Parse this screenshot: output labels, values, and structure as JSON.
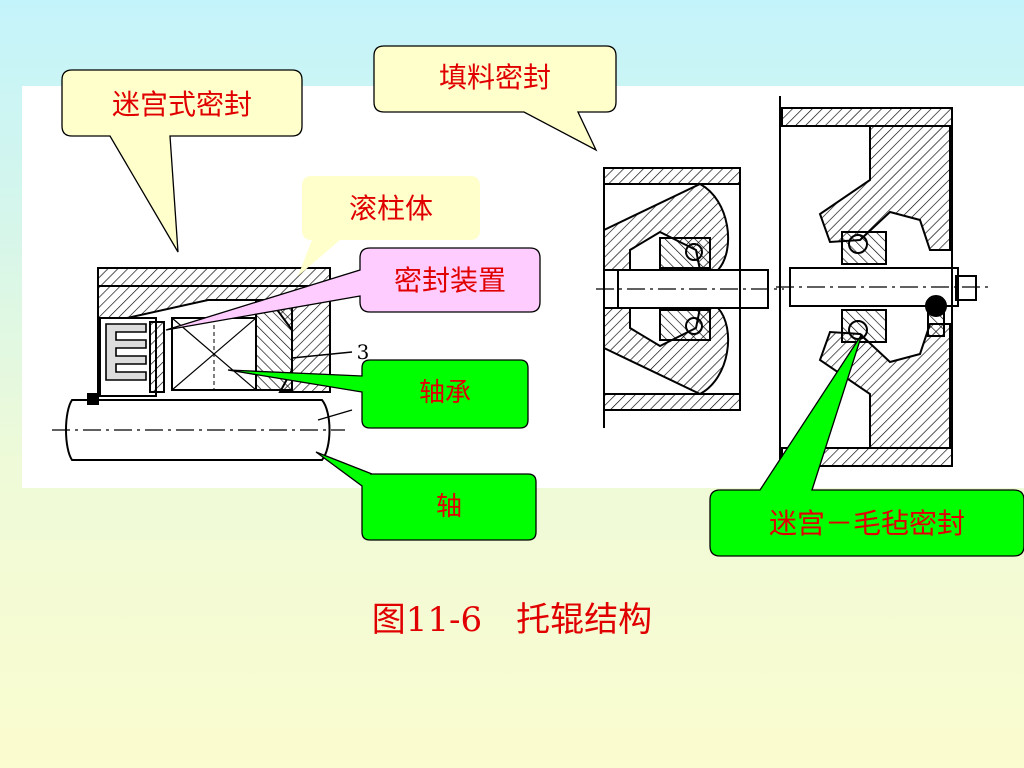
{
  "callouts": {
    "labyrinth_seal": "迷宫式密封",
    "packing_seal": "填料密封",
    "roller_body": "滚柱体",
    "sealing_device": "密封装置",
    "bearing": "轴承",
    "shaft": "轴",
    "labyrinth_felt_seal": "迷宫－毛毡密封"
  },
  "part_number": "3",
  "caption": "图11-6　托辊结构",
  "colors": {
    "yellow_callout": "#ffffcc",
    "pink_callout": "#ffccff",
    "green_callout": "#00ff00",
    "label_text": "#e00000"
  }
}
